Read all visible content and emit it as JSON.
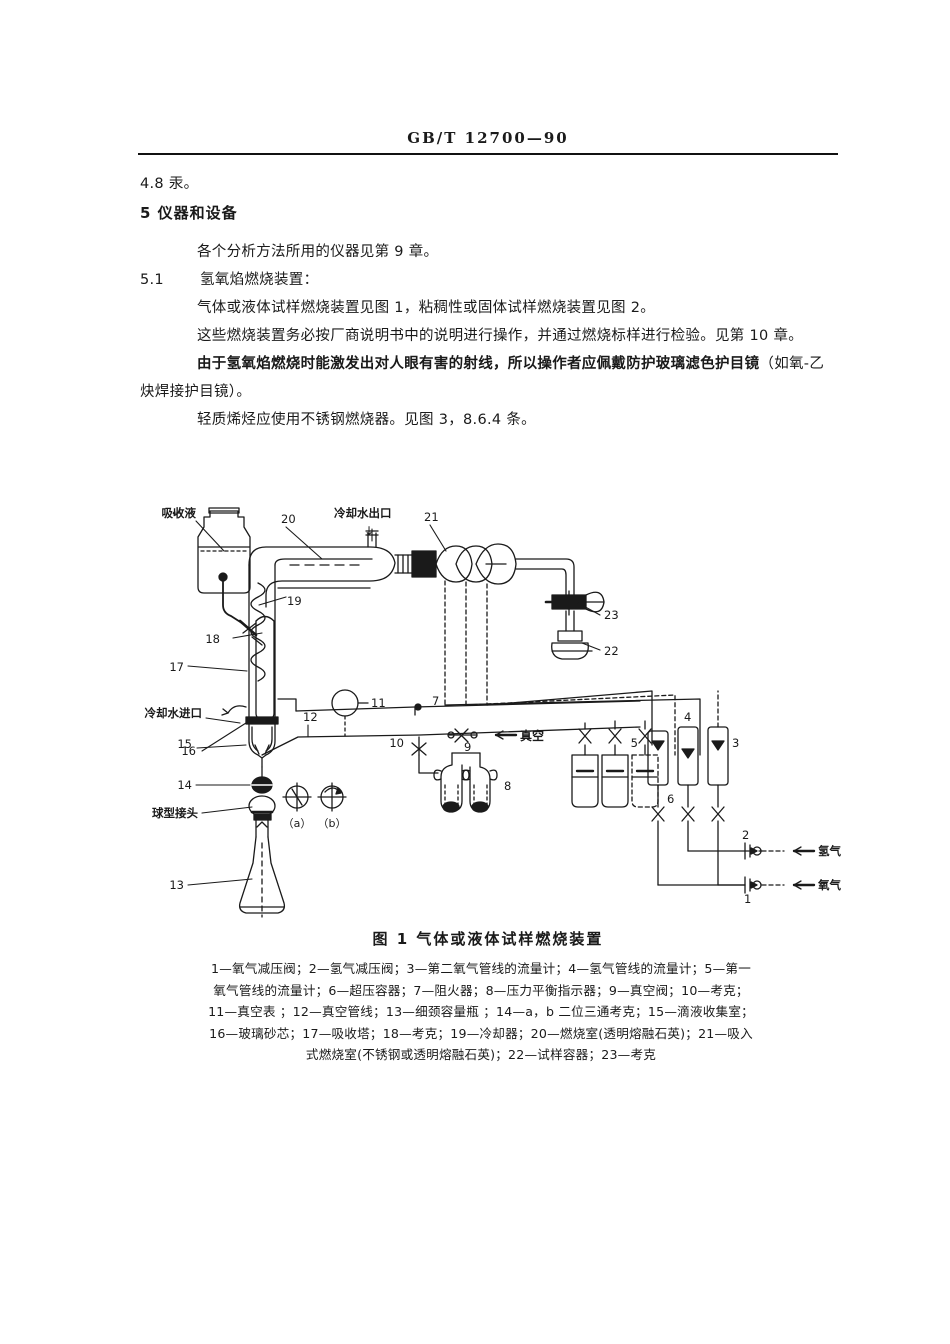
{
  "header": {
    "standard_no": "GB/T 12700—90"
  },
  "body": {
    "line_48": "4.8  汞。",
    "section_5_title": "5   仪器和设备",
    "para_1": "各个分析方法所用的仪器见第 9 章。",
    "line_51_num": "5.1",
    "line_51_text": "氢氧焰燃烧装置：",
    "para_2": "气体或液体试样燃烧装置见图 1，粘稠性或固体试样燃烧装置见图 2。",
    "para_3": "这些燃烧装置务必按厂商说明书中的说明进行操作，并通过燃烧标样进行检验。见第 10 章。",
    "para_4_bold": "由于氢氧焰燃烧时能激发出对人眼有害的射线，所以操作者应佩戴防护玻璃滤色护目镜",
    "para_4_tail": "（如氧-乙",
    "para_5": "炔焊接护目镜）。",
    "para_6": "轻质烯烃应使用不锈钢燃烧器。见图 3，8.6.4 条。"
  },
  "figure": {
    "caption": "图 1   气体或液体试样燃烧装置",
    "legend_lines": [
      "1—氧气减压阀；2—氢气减压阀；3—第二氧气管线的流量计；4—氢气管线的流量计；5—第一",
      "氧气管线的流量计；6—超压容器；7—阻火器；8—压力平衡指示器；9—真空阀；10—考克；",
      "11—真空表 ；12—真空管线；13—细颈容量瓶 ；14—a，b 二位三通考克；15—滴液收集室；",
      "16—玻璃砂芯；17—吸收塔；18—考克；19—冷却器；20—燃烧室(透明熔融石英)；21—吸入",
      "式燃烧室(不锈钢或透明熔融石英)；22—试样容器；23—考克"
    ],
    "callouts": {
      "absorbing_liquid": "吸收液",
      "cooling_water_outlet": "冷却水出口",
      "cooling_water_inlet": "冷却水进口",
      "ball_joint": "球型接头",
      "vacuum": "真空",
      "hydrogen": "氢气",
      "oxygen": "氧气",
      "n20": "20",
      "n21": "21",
      "n23": "23",
      "n22": "22",
      "n19": "19",
      "n18": "18",
      "n17": "17",
      "n16": "16",
      "n15": "15",
      "n14": "14",
      "n13": "13",
      "n12": "12",
      "n11": "11",
      "n10": "10",
      "n9": "9",
      "n8": "8",
      "n7": "7",
      "n6": "6",
      "n5": "5",
      "n4": "4",
      "n3": "3",
      "n2": "2",
      "n1": "1",
      "sub_a": "（a）",
      "sub_b": "（b）"
    }
  },
  "colors": {
    "ink": "#1a1a1a",
    "paper": "#ffffff"
  }
}
